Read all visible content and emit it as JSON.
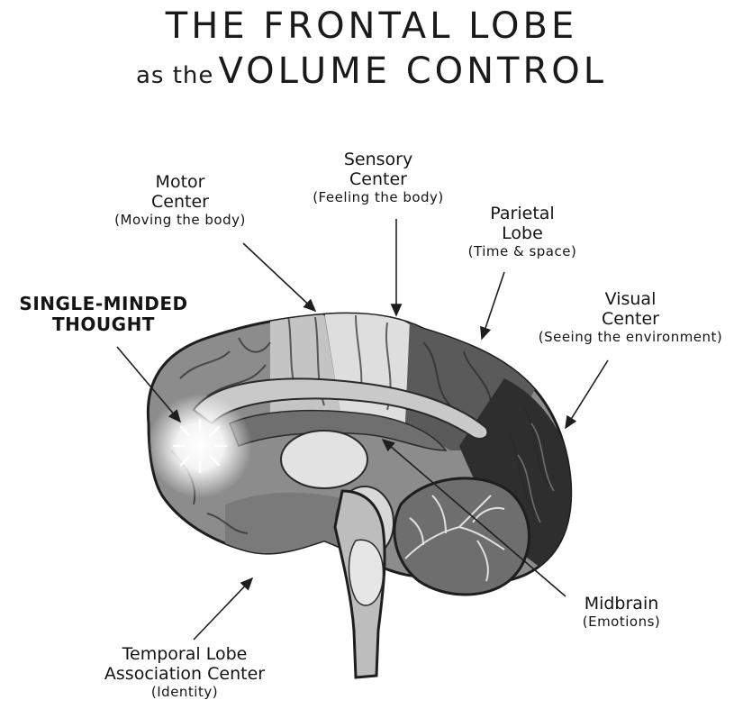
{
  "title": {
    "line1": "THE FRONTAL LOBE",
    "line2_prefix": "as the",
    "line2_main": "VOLUME CONTROL"
  },
  "labels": {
    "single_minded": {
      "line1": "SINGLE-MINDED",
      "line2": "THOUGHT"
    },
    "motor": {
      "line1": "Motor",
      "line2": "Center",
      "sub": "(Moving the body)"
    },
    "sensory": {
      "line1": "Sensory",
      "line2": "Center",
      "sub": "(Feeling the body)"
    },
    "parietal": {
      "line1": "Parietal",
      "line2": "Lobe",
      "sub": "(Time & space)"
    },
    "visual": {
      "line1": "Visual",
      "line2": "Center",
      "sub": "(Seeing the environment)"
    },
    "midbrain": {
      "line1": "Midbrain",
      "sub": "(Emotions)"
    },
    "temporal": {
      "line1": "Temporal Lobe",
      "line2": "Association Center",
      "sub": "(Identity)"
    }
  },
  "colors": {
    "frontal": "#8c8c8c",
    "motor": "#c4c4c4",
    "sensory": "#dedede",
    "parietal": "#5a5a5a",
    "visual": "#2e2e2e",
    "cerebellum": "#6e6e6e",
    "stem": "#bdbdbd",
    "outline": "#1e1e1e"
  }
}
